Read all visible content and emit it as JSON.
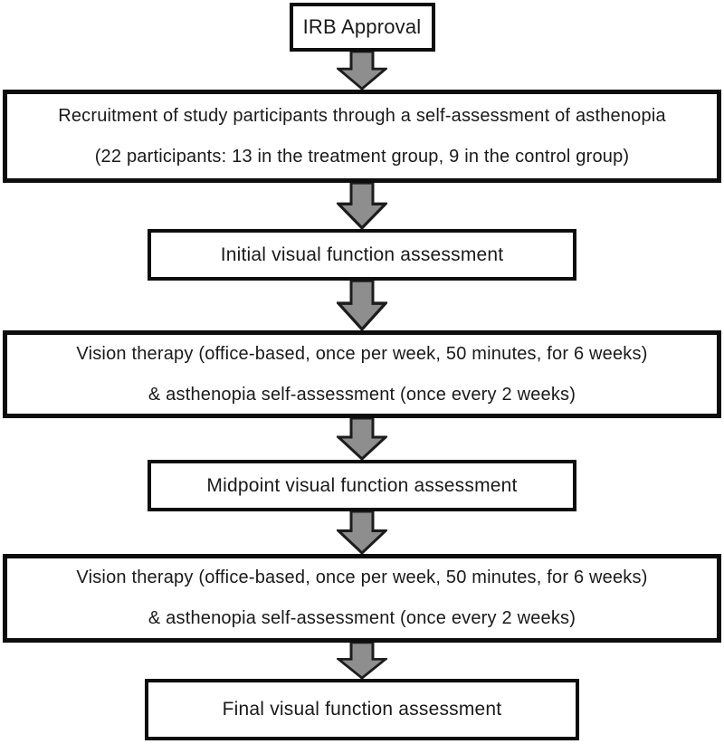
{
  "diagram": {
    "type": "flowchart",
    "direction": "top-down",
    "nodes": [
      {
        "id": "irb-approval",
        "lines": [
          "IRB Approval"
        ]
      },
      {
        "id": "recruitment",
        "lines": [
          "Recruitment of study participants through a self-assessment of asthenopia",
          "(22 participants: 13 in the treatment group, 9 in the control group)"
        ]
      },
      {
        "id": "initial-assessment",
        "lines": [
          "Initial visual function assessment"
        ]
      },
      {
        "id": "vision-therapy-phase-1",
        "lines": [
          "Vision therapy (office-based, once per week, 50 minutes, for 6 weeks)",
          "& asthenopia self-assessment (once every 2 weeks)"
        ]
      },
      {
        "id": "midpoint-assessment",
        "lines": [
          "Midpoint visual function assessment"
        ]
      },
      {
        "id": "vision-therapy-phase-2",
        "lines": [
          "Vision therapy (office-based, once per week, 50 minutes, for 6 weeks)",
          "& asthenopia self-assessment (once every 2 weeks)"
        ]
      },
      {
        "id": "final-assessment",
        "lines": [
          "Final visual function assessment"
        ]
      }
    ],
    "connectors": {
      "glyph": "down-block-arrow",
      "count": 6
    },
    "colors": {
      "background": "#ffffff",
      "box_fill": "#ffffff",
      "box_border": "#0d0d0d",
      "text": "#1a1a1a",
      "arrow_fill": "#8e8e8e",
      "arrow_stroke": "#1c1c1c"
    }
  }
}
